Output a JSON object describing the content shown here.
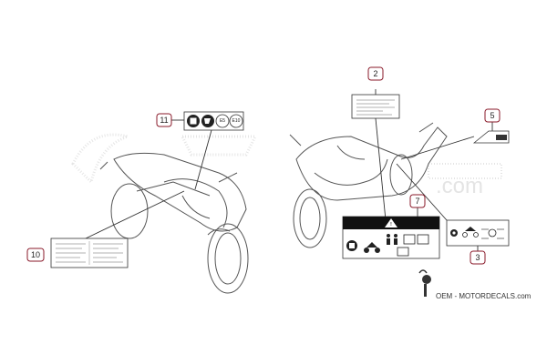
{
  "callouts": [
    {
      "id": "2",
      "label": "2"
    },
    {
      "id": "3",
      "label": "3"
    },
    {
      "id": "5",
      "label": "5"
    },
    {
      "id": "7",
      "label": "7"
    },
    {
      "id": "10",
      "label": "10"
    },
    {
      "id": "11",
      "label": "11"
    }
  ],
  "decal_11": {
    "icons": [
      "fuel-pump-icon",
      "fuel-nozzle-icon"
    ],
    "badges": [
      "E5",
      "E10"
    ]
  },
  "decal_3": {
    "icons": [
      "helmet-icon",
      "motorcycle-icon",
      "tire-icon"
    ]
  },
  "decal_7": {
    "warning_symbol": "!",
    "icons": [
      "manual-book-icon",
      "rider-icon",
      "passenger-icon",
      "luggage-icon"
    ]
  },
  "watermark": {
    "text": ".com"
  },
  "brand": {
    "text": "OEM - MOTORDECALS.com"
  },
  "colors": {
    "callout": "#8a1a2a",
    "line": "#333333",
    "bike": "#555555",
    "watermark": "#cfcfcf"
  }
}
